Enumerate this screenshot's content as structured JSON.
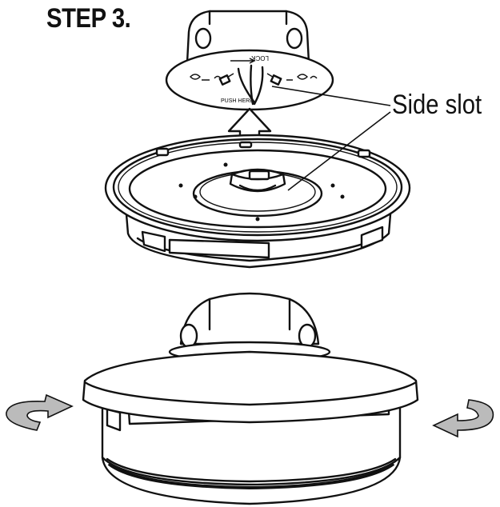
{
  "step": {
    "title": "STEP 3."
  },
  "callouts": {
    "side_slot": "Side slot"
  },
  "plate_markings": {
    "top_text": "LOCK",
    "bottom_text": "PUSH HERE"
  }
}
